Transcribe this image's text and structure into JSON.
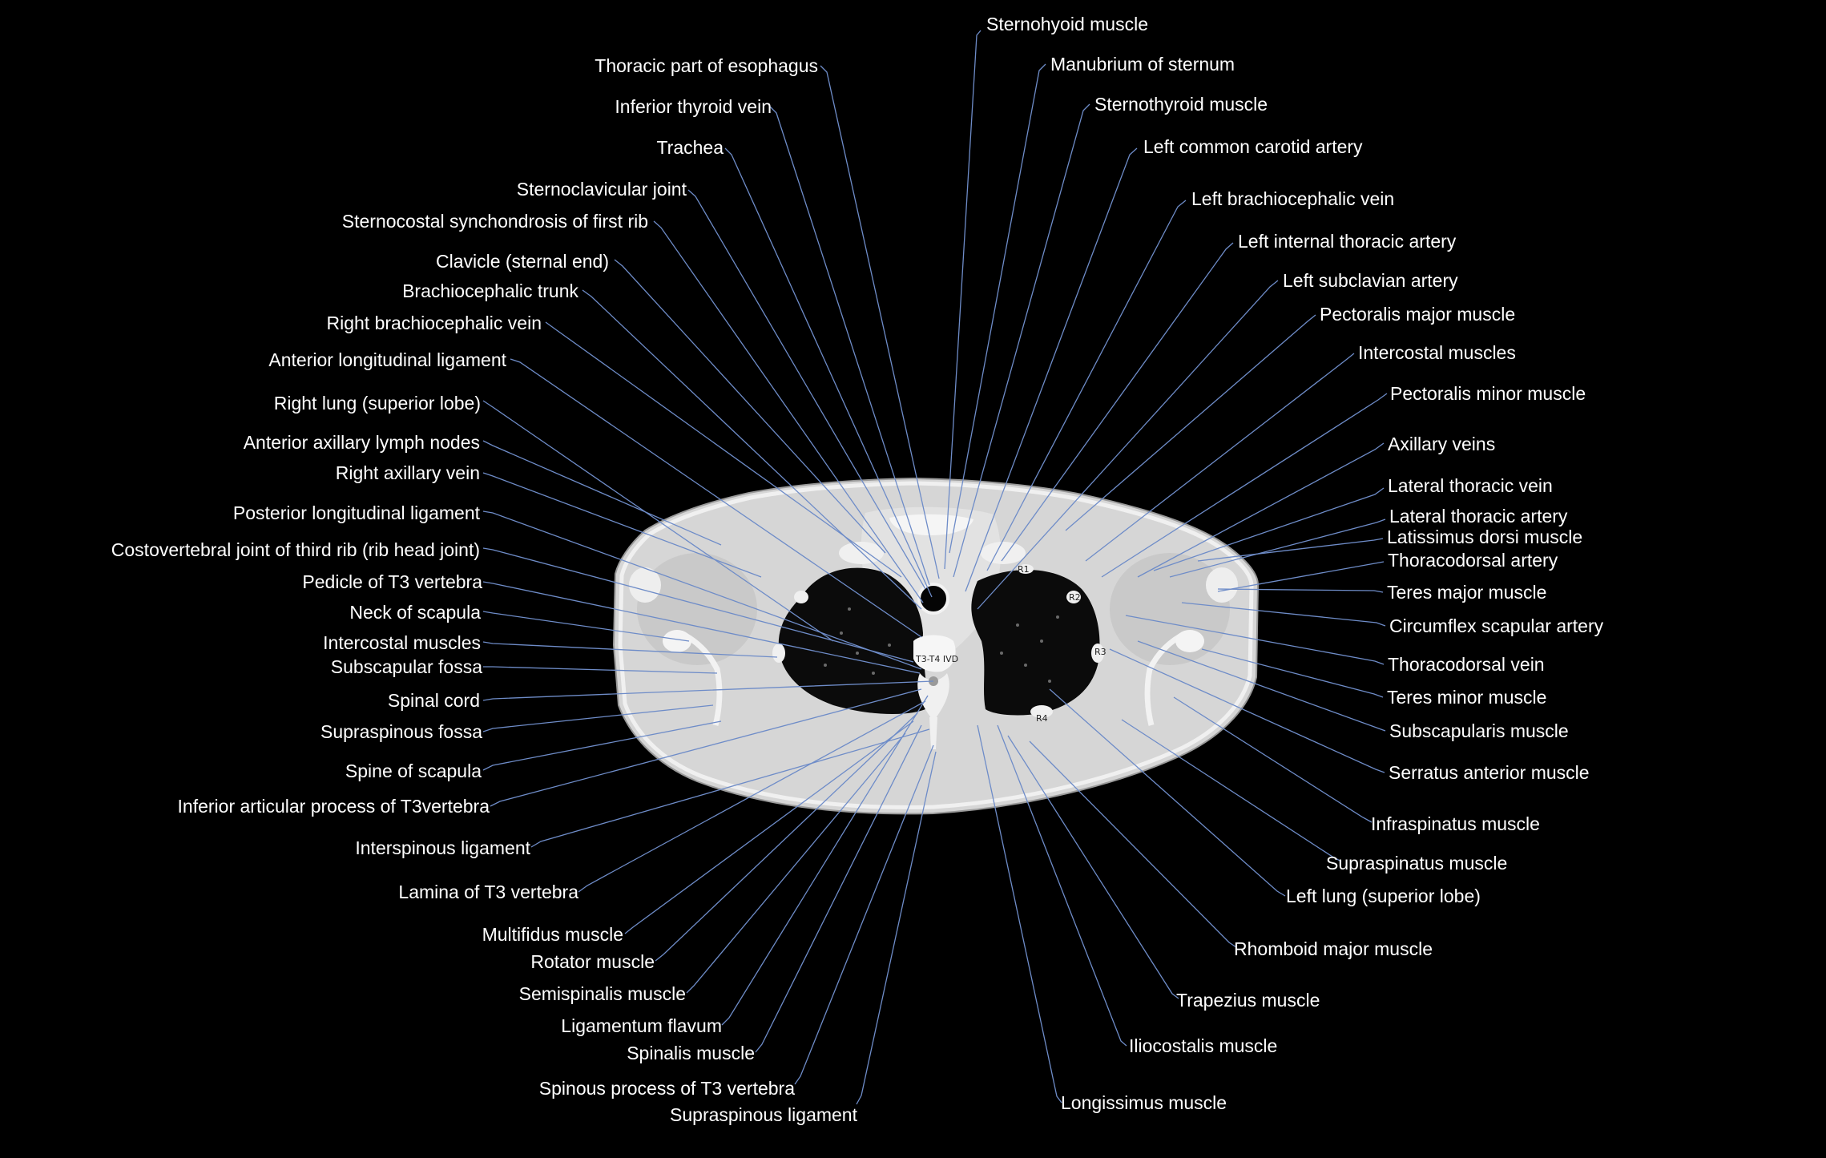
{
  "colors": {
    "background": "#000000",
    "label_text": "#ffffff",
    "leader_line": "#6e8cc8",
    "body_soft_tissue": "#d9d9d9",
    "lung": "#0a0a0a",
    "bone": "#f4f4f4"
  },
  "scan_marks": {
    "r1": "R1",
    "r2": "R2",
    "r3": "R3",
    "r4": "R4",
    "ivd": "T3-T4 IVD"
  },
  "labels": {
    "sternohyoid": "Sternohyoid muscle",
    "manubrium": "Manubrium of sternum",
    "sternothyroid": "Sternothyroid muscle",
    "l_common_carotid": "Left common carotid artery",
    "l_brachiocephalic_vein": "Left brachiocephalic vein",
    "l_internal_thoracic": "Left internal thoracic artery",
    "l_subclavian": "Left subclavian artery",
    "pect_major": "Pectoralis major muscle",
    "intercostal_r": "Intercostal muscles",
    "pect_minor": "Pectoralis minor muscle",
    "axillary_veins": "Axillary veins",
    "lat_thoracic_vein": "Lateral thoracic vein",
    "lat_thoracic_artery": "Lateral thoracic artery",
    "latissimus": "Latissimus dorsi muscle",
    "thoracodorsal_artery": "Thoracodorsal artery",
    "teres_major": "Teres major muscle",
    "circumflex_scap": "Circumflex scapular artery",
    "thoracodorsal_vein": "Thoracodorsal vein",
    "teres_minor": "Teres minor muscle",
    "subscapularis": "Subscapularis muscle",
    "serratus": "Serratus anterior muscle",
    "infraspinatus": "Infraspinatus muscle",
    "supraspinatus_m": "Supraspinatus muscle",
    "l_lung": "Left lung (superior lobe)",
    "rhomboid": "Rhomboid major muscle",
    "trapezius": "Trapezius muscle",
    "iliocostalis": "Iliocostalis muscle",
    "longissimus": "Longissimus muscle",
    "esophagus": "Thoracic part of esophagus",
    "inf_thyroid_vein": "Inferior thyroid vein",
    "trachea": "Trachea",
    "sternoclav_joint": "Sternoclavicular joint",
    "sternocostal": "Sternocostal synchondrosis of first rib",
    "clavicle": "Clavicle (sternal end)",
    "brachio_trunk": "Brachiocephalic trunk",
    "r_brachio_vein": "Right brachiocephalic vein",
    "ant_long_lig": "Anterior longitudinal ligament",
    "r_lung": "Right lung (superior lobe)",
    "ant_axillary_nodes": "Anterior axillary lymph nodes",
    "r_axillary_vein": "Right axillary vein",
    "post_long_lig": "Posterior longitudinal ligament",
    "costovertebral": "Costovertebral joint of third rib (rib head joint)",
    "pedicle": "Pedicle of T3 vertebra",
    "neck_scapula": "Neck of scapula",
    "intercostal_l": "Intercostal muscles",
    "subscap_fossa": "Subscapular fossa",
    "spinal_cord": "Spinal cord",
    "supraspinous_fossa": "Supraspinous fossa",
    "spine_scapula": "Spine of scapula",
    "inf_articular": "Inferior articular process of T3vertebra",
    "interspinous_lig": "Interspinous ligament",
    "lamina": "Lamina of T3 vertebra",
    "multifidus": "Multifidus muscle",
    "rotator": "Rotator muscle",
    "semispinalis": "Semispinalis muscle",
    "lig_flavum": "Ligamentum flavum",
    "spinalis": "Spinalis muscle",
    "spinous_process": "Spinous process of T3 vertebra",
    "supraspinous_lig": "Supraspinous ligament"
  }
}
